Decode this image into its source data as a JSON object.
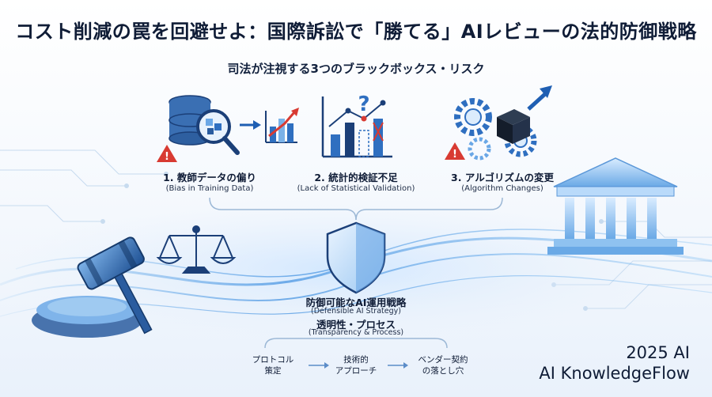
{
  "title": "コスト削減の罠を回避せよ：国際訴訟で「勝てる」AIレビューの法的防御戦略",
  "subtitle": "司法が注視する3つのブラックボックス・リスク",
  "risks": [
    {
      "label": "1. 教師データの偏り",
      "label_en": "(Bias in Training Data)",
      "icon": "database-magnifier-warning-icon"
    },
    {
      "label": "2. 統計的検証不足",
      "label_en": "(Lack of Statistical Validation)",
      "icon": "chart-question-icon"
    },
    {
      "label": "3. アルゴリズムの変更",
      "label_en": "(Algorithm Changes)",
      "icon": "gears-cube-warning-icon"
    }
  ],
  "center": {
    "line1": "防御可能なAI運用戦略",
    "line1_en": "(Defensible AI Strategy)",
    "line2": "透明性・プロセス",
    "line2_en": "(Transparency & Process)"
  },
  "steps": [
    {
      "label": "プロトコル\n策定"
    },
    {
      "label": "技術的\nアプローチ"
    },
    {
      "label": "ベンダー契約\nの落とし穴"
    }
  ],
  "brand": {
    "year": "2025 AI",
    "name": "AI KnowledgeFlow"
  },
  "colors": {
    "navy": "#1b3f78",
    "blue": "#2f6fc0",
    "light_blue": "#8fc2f0",
    "red": "#d83a32",
    "accent": "#1f5fb3"
  }
}
